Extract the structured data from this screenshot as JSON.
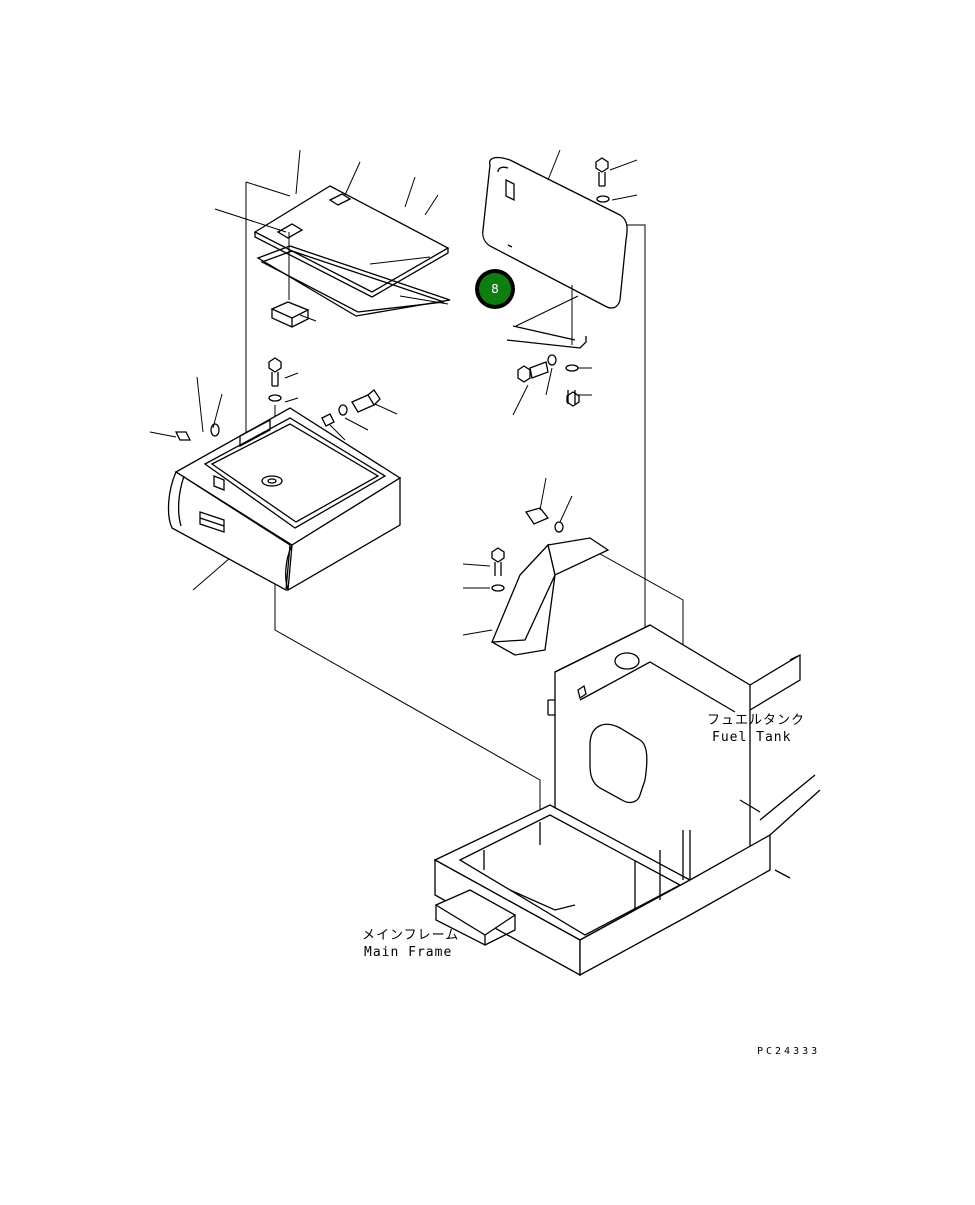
{
  "callout": {
    "number": "8",
    "color": "#0f7d0f"
  },
  "labels": {
    "fuel_tank_jp": "フュエルタンク",
    "fuel_tank_en": "Fuel Tank",
    "main_frame_jp": "メインフレーム",
    "main_frame_en": "Main Frame"
  },
  "drawing_code": "PC24333"
}
